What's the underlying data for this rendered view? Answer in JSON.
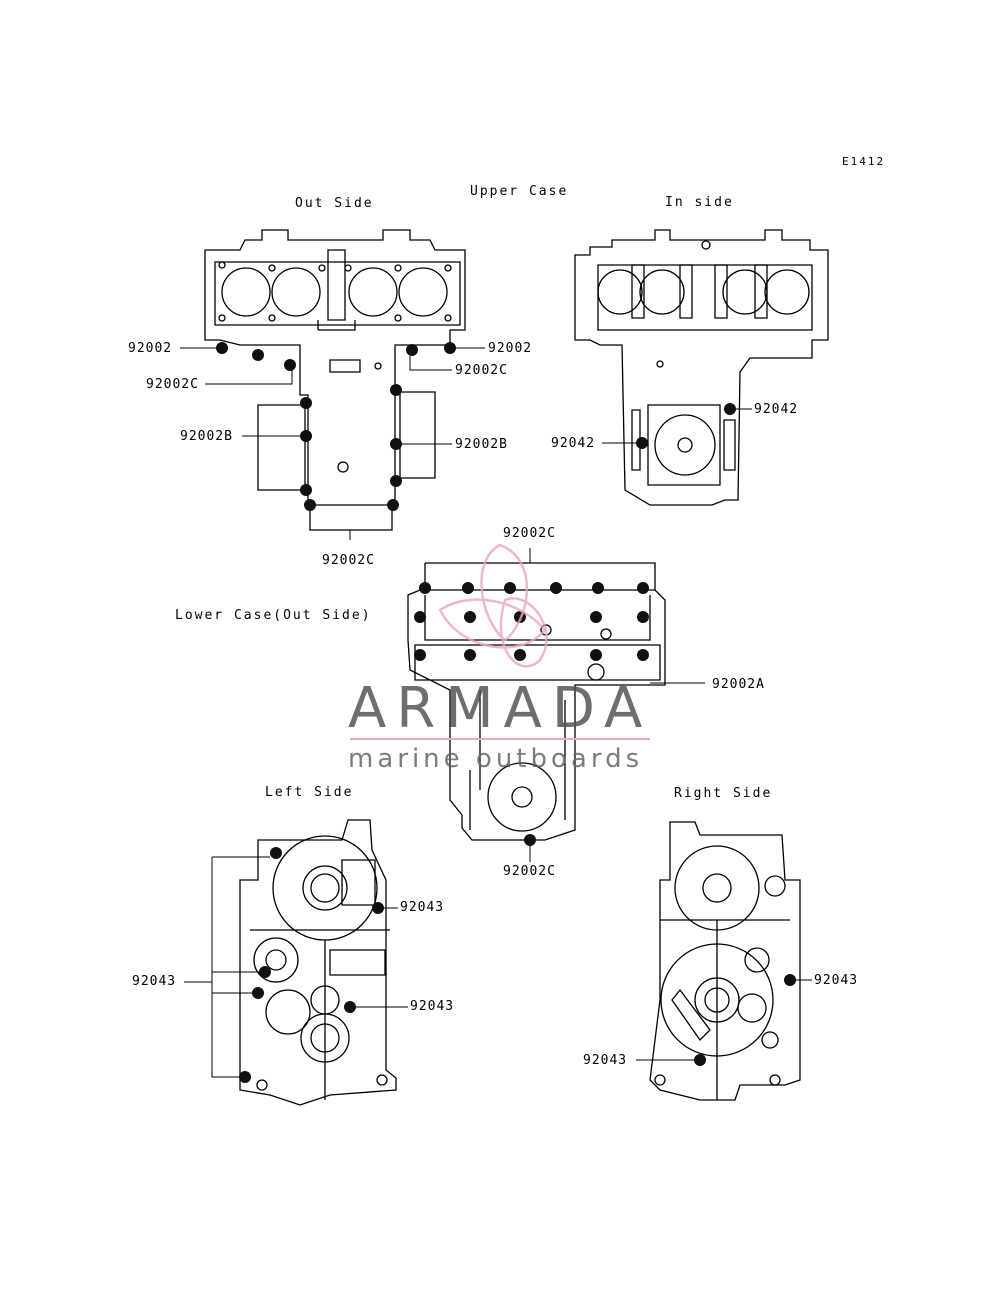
{
  "figure_code": "E1412",
  "section_titles": {
    "upper_case": "Upper Case",
    "out_side": "Out Side",
    "in_side": "In side",
    "lower_case_out_side": "Lower Case(Out Side)",
    "left_side": "Left Side",
    "right_side": "Right Side"
  },
  "part_labels": {
    "p92002_left": "92002",
    "p92002c_left": "92002C",
    "p92002b_left": "92002B",
    "p92002c_bottom": "92002C",
    "p92002_right": "92002",
    "p92002c_right": "92002C",
    "p92002b_right": "92002B",
    "p92042_right": "92042",
    "p92042_left": "92042",
    "p92002c_lower_top": "92002C",
    "p92002a_lower": "92002A",
    "p92002c_lower_bottom": "92002C",
    "p92043_ls_right": "92043",
    "p92043_ls_left": "92043",
    "p92043_ls_lower": "92043",
    "p92043_rs_right": "92043",
    "p92043_rs_left": "92043"
  },
  "watermark": {
    "brand": "ARMADA",
    "tagline": "marine outboards",
    "accent_color": "#e8a7c4"
  }
}
